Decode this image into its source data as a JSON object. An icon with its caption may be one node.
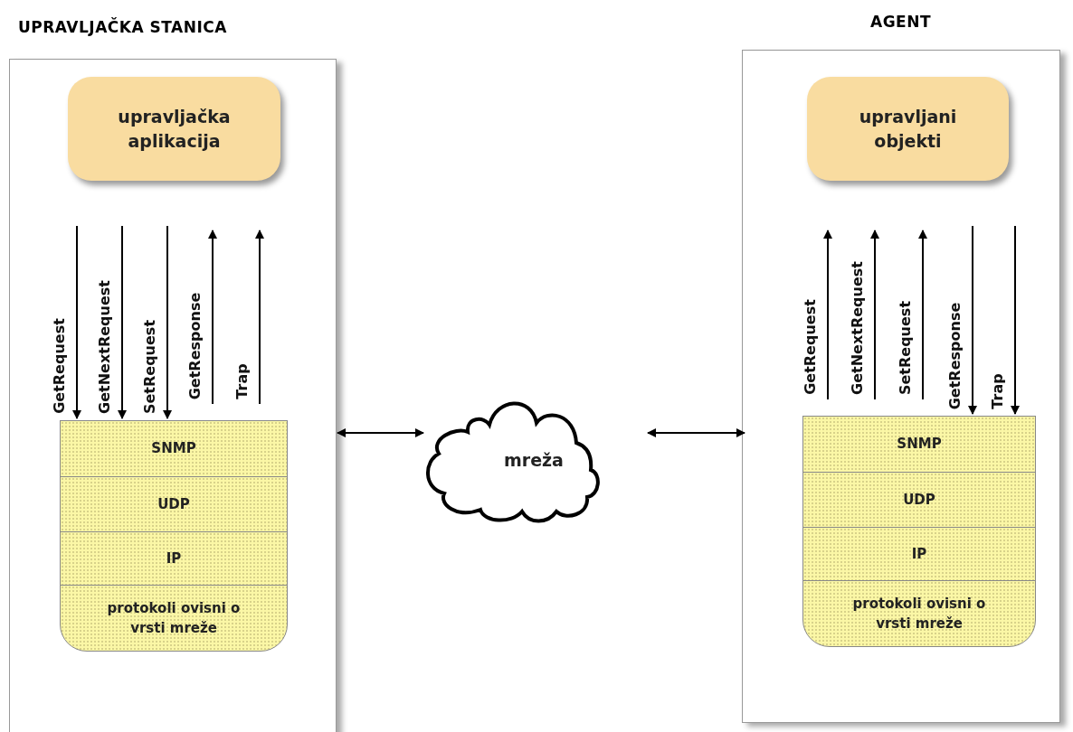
{
  "diagram": {
    "nodes": [
      {
        "text": [
          "UPRAVLJAČKA STANICA"
        ]
      },
      {
        "text": [
          "upravljačka aplikacija"
        ],
        "in": 0
      },
      {
        "text": [
          "SNMP"
        ],
        "in": 0
      },
      {
        "text": [
          "UDP"
        ],
        "in": 0
      },
      {
        "text": [
          "IP"
        ],
        "in": 0
      },
      {
        "text": [
          "protokoli ovisni o vrsti mreže"
        ],
        "in": 0
      },
      {
        "text": [
          "mreža"
        ]
      },
      {
        "text": [
          "AGENT"
        ]
      },
      {
        "text": [
          "upravljani objekti"
        ],
        "in": 7
      },
      {
        "text": [
          "SNMP"
        ],
        "in": 7
      },
      {
        "text": [
          "UDP"
        ],
        "in": 7
      },
      {
        "text": [
          "IP"
        ],
        "in": 7
      },
      {
        "text": [
          "protokoli ovisni o vrsti mreže"
        ],
        "in": 7
      }
    ],
    "edges": [
      {
        "from": 1,
        "to": 2,
        "arrow": "to",
        "label": "GetRequest"
      },
      {
        "from": 1,
        "to": 2,
        "arrow": "to",
        "label": "GetNextRequest"
      },
      {
        "from": 1,
        "to": 2,
        "arrow": "to",
        "label": "SetRequest"
      },
      {
        "from": 2,
        "to": 1,
        "arrow": "to",
        "label": "GetResponse"
      },
      {
        "from": 2,
        "to": 1,
        "arrow": "to",
        "label": "Trap"
      },
      {
        "from": 9,
        "to": 8,
        "arrow": "to",
        "label": "GetRequest"
      },
      {
        "from": 9,
        "to": 8,
        "arrow": "to",
        "label": "GetNextRequest"
      },
      {
        "from": 9,
        "to": 8,
        "arrow": "to",
        "label": "SetRequest"
      },
      {
        "from": 8,
        "to": 9,
        "arrow": "to",
        "label": "GetResponse"
      },
      {
        "from": 8,
        "to": 9,
        "arrow": "to",
        "label": "Trap"
      },
      {
        "from": 0,
        "to": 6,
        "arrow": "both"
      },
      {
        "from": 6,
        "to": 7,
        "arrow": "both"
      }
    ]
  }
}
